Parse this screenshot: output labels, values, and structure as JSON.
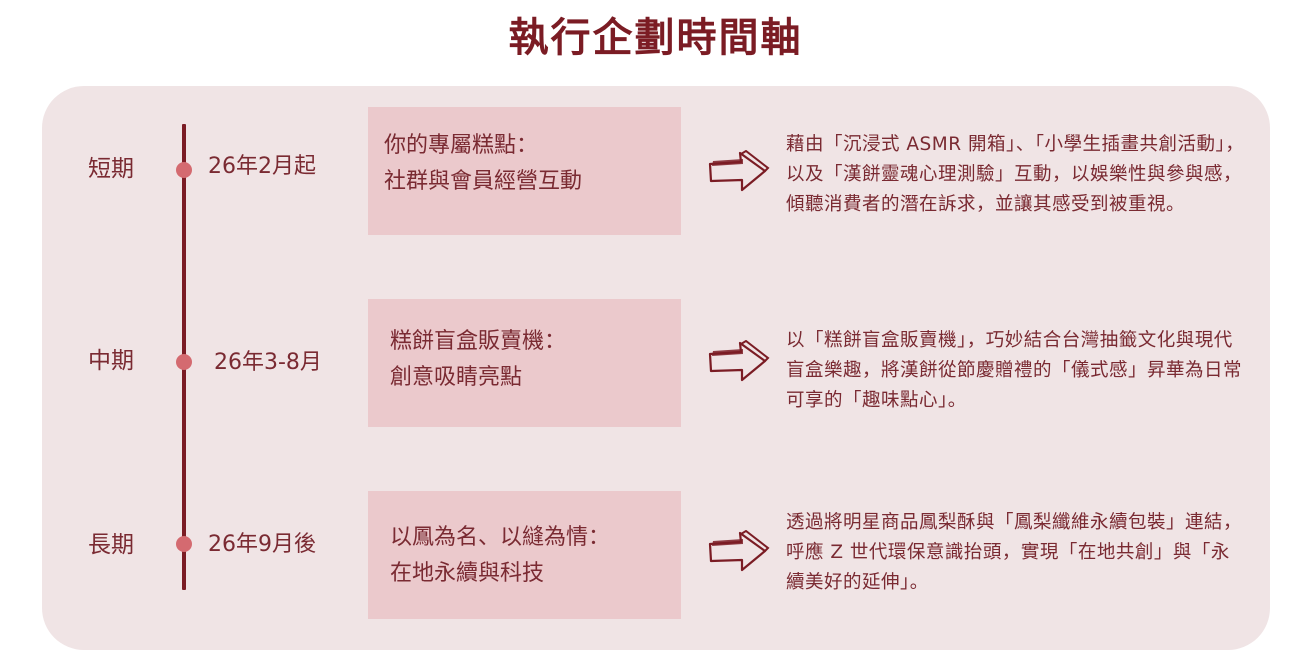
{
  "title": "執行企劃時間軸",
  "colors": {
    "title": "#7b1c24",
    "panel_bg": "#f0e4e5",
    "box_bg": "#ebc9cc",
    "timeline_line": "#7b1c24",
    "timeline_dot": "#d46a70",
    "text": "#7a2a32"
  },
  "timeline": [
    {
      "phase": "短期",
      "date": "26年2月起",
      "box_line1": "你的專屬糕點：",
      "box_line2": "社群與會員經營互動",
      "arrow_icon": "hand-drawn-right-arrow",
      "description": "藉由「沉浸式 ASMR 開箱」、「小學生插畫共創活動」，以及「漢餅靈魂心理測驗」互動，以娛樂性與參與感，傾聽消費者的潛在訴求，並讓其感受到被重視。"
    },
    {
      "phase": "中期",
      "date": "26年3-8月",
      "box_line1": "糕餅盲盒販賣機：",
      "box_line2": "創意吸睛亮點",
      "arrow_icon": "hand-drawn-right-arrow",
      "description": "以「糕餅盲盒販賣機」，巧妙結合台灣抽籤文化與現代盲盒樂趣，將漢餅從節慶贈禮的「儀式感」昇華為日常可享的「趣味點心」。"
    },
    {
      "phase": "長期",
      "date": "26年9月後",
      "box_line1": "以鳳為名、以縫為情：",
      "box_line2": "在地永續與科技",
      "arrow_icon": "hand-drawn-right-arrow",
      "description": "透過將明星商品鳳梨酥與「鳳梨纖維永續包裝」連結，呼應 Z 世代環保意識抬頭，實現「在地共創」與「永續美好的延伸」。"
    }
  ]
}
